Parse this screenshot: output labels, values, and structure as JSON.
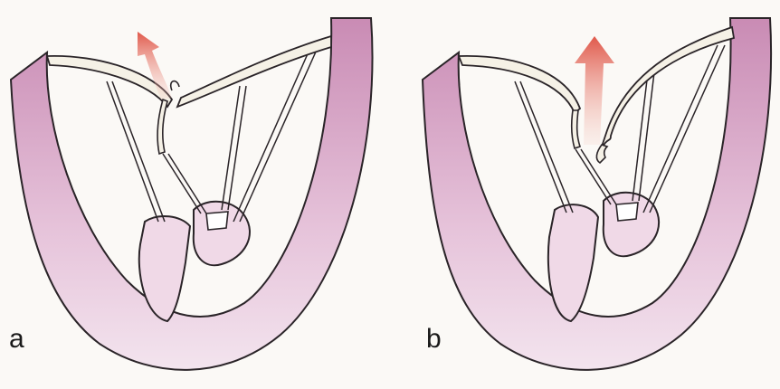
{
  "figure": {
    "panels": [
      {
        "label": "a",
        "state": "leaflet prolapse with gap"
      },
      {
        "label": "b",
        "state": "leaflets separated with regurgitant flow"
      }
    ],
    "colors": {
      "myocardium_dark": "#c98bb4",
      "myocardium_light": "#f3e4ee",
      "leaflet": "#f5f1e6",
      "outline": "#2a2428",
      "arrow_top": "#e0584a",
      "arrow_bottom": "#f4c9c0"
    }
  }
}
